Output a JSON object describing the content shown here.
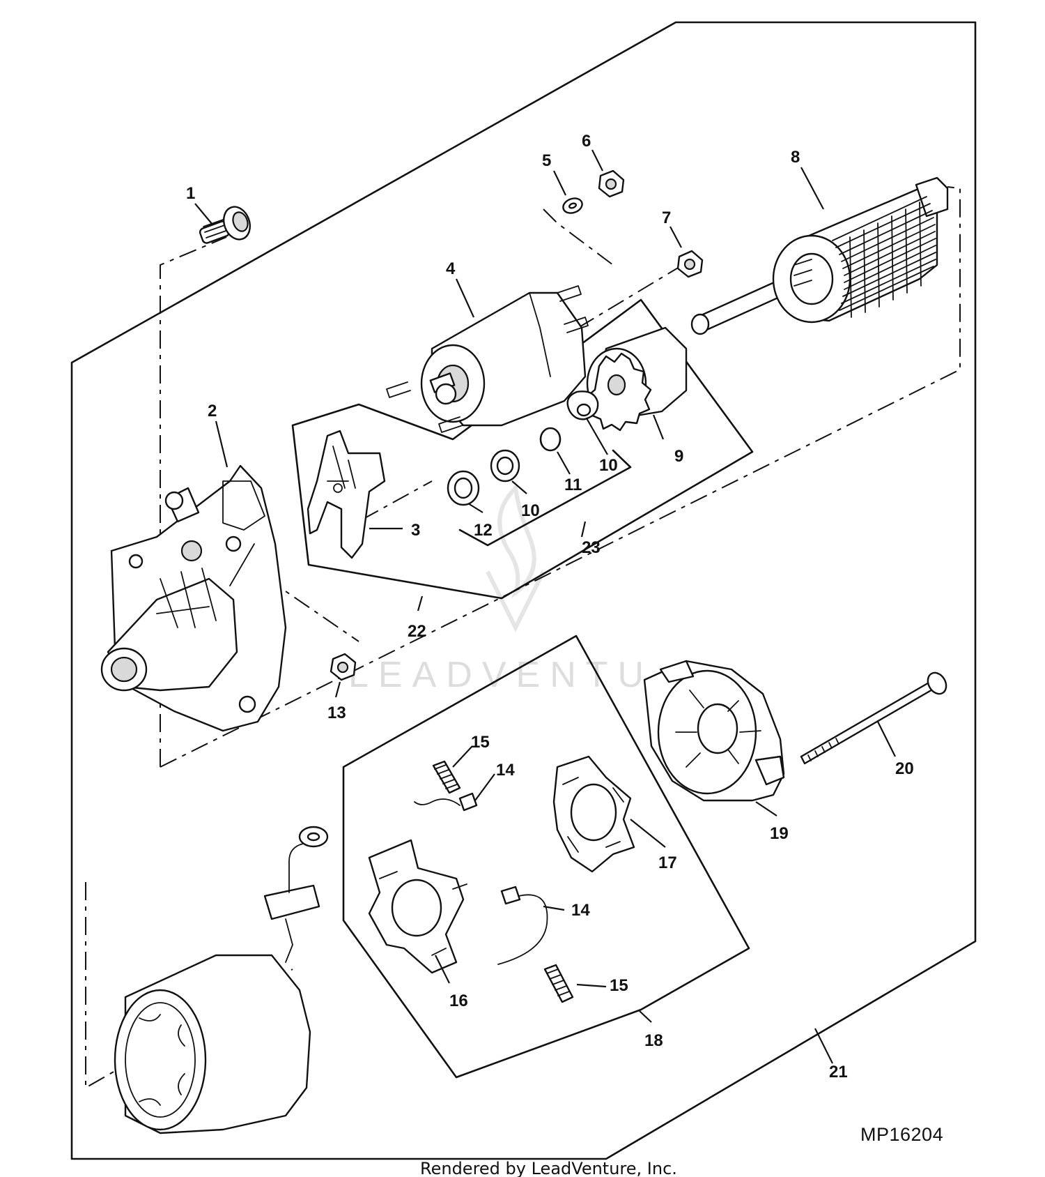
{
  "figure_code": "MP16204",
  "footer_text": "Rendered by LeadVenture, Inc.",
  "watermark_text": "LEADVENTU",
  "callouts": [
    {
      "id": "c1",
      "label": "1"
    },
    {
      "id": "c2",
      "label": "2"
    },
    {
      "id": "c3",
      "label": "3"
    },
    {
      "id": "c4",
      "label": "4"
    },
    {
      "id": "c5",
      "label": "5"
    },
    {
      "id": "c6",
      "label": "6"
    },
    {
      "id": "c7",
      "label": "7"
    },
    {
      "id": "c8",
      "label": "8"
    },
    {
      "id": "c9",
      "label": "9"
    },
    {
      "id": "c10a",
      "label": "10"
    },
    {
      "id": "c10b",
      "label": "10"
    },
    {
      "id": "c11",
      "label": "11"
    },
    {
      "id": "c12",
      "label": "12"
    },
    {
      "id": "c13",
      "label": "13"
    },
    {
      "id": "c14a",
      "label": "14"
    },
    {
      "id": "c14b",
      "label": "14"
    },
    {
      "id": "c15a",
      "label": "15"
    },
    {
      "id": "c15b",
      "label": "15"
    },
    {
      "id": "c16",
      "label": "16"
    },
    {
      "id": "c17",
      "label": "17"
    },
    {
      "id": "c18",
      "label": "18"
    },
    {
      "id": "c19",
      "label": "19"
    },
    {
      "id": "c20",
      "label": "20"
    },
    {
      "id": "c21",
      "label": "21"
    },
    {
      "id": "c22",
      "label": "22"
    },
    {
      "id": "c23",
      "label": "23"
    }
  ]
}
